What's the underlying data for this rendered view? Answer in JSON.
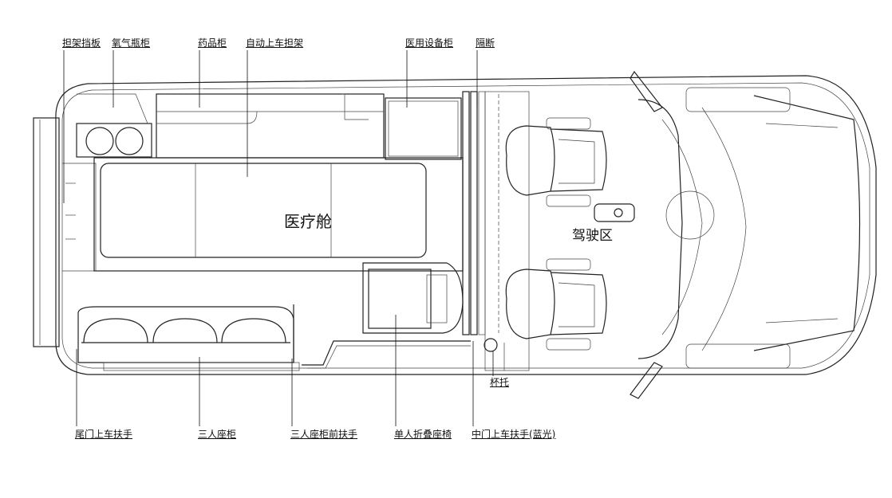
{
  "labels_top": {
    "stretcher_baffle": "担架挡板",
    "oxygen_cabinet": "氧气瓶柜",
    "medicine_cabinet": "药品柜",
    "auto_stretcher": "自动上车担架",
    "equipment_cabinet": "医用设备柜",
    "partition": "隔断"
  },
  "labels_bottom": {
    "rear_door_handrail": "尾门上车扶手",
    "three_seat_cabinet": "三人座柜",
    "three_seat_front_handrail": "三人座柜前扶手",
    "folding_seat": "单人折叠座椅",
    "middle_door_handrail": "中门上车扶手(蓝光)",
    "cup_holder": "杯托"
  },
  "zones": {
    "medical_cabin": "医疗舱",
    "driving_area": "驾驶区"
  }
}
